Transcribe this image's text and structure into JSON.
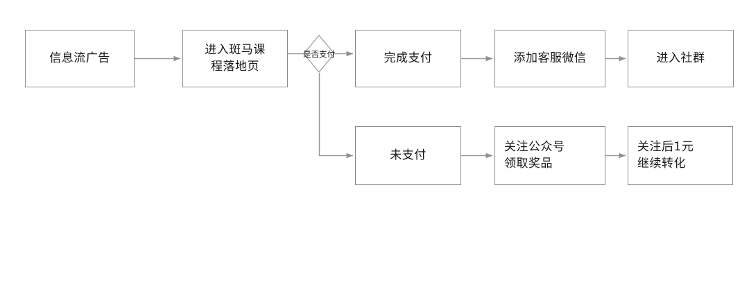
{
  "diagram": {
    "type": "flowchart",
    "title": "",
    "orientation": "left-to-right",
    "colors": {
      "node_border": "#8c8c8c",
      "node_fill": "#ffffff",
      "connector": "#9a9a9a",
      "text": "#1a1a1a",
      "background": "#ffffff"
    },
    "nodes": [
      {
        "id": "n1",
        "shape": "rectangle",
        "label": "信息流广告",
        "row": "top"
      },
      {
        "id": "n2",
        "shape": "rectangle",
        "label": "进入斑马课\n程落地页",
        "row": "top"
      },
      {
        "id": "d1",
        "shape": "diamond",
        "label": "是否支付",
        "row": "top"
      },
      {
        "id": "n3",
        "shape": "rectangle",
        "label": "完成支付",
        "row": "top"
      },
      {
        "id": "n4",
        "shape": "rectangle",
        "label": "添加客服微信",
        "row": "top"
      },
      {
        "id": "n5",
        "shape": "rectangle",
        "label": "进入社群",
        "row": "top"
      },
      {
        "id": "n6",
        "shape": "rectangle",
        "label": "未支付",
        "row": "bottom"
      },
      {
        "id": "n7",
        "shape": "rectangle",
        "label": "关注公众号\n领取奖品",
        "row": "bottom"
      },
      {
        "id": "n8",
        "shape": "rectangle",
        "label": "关注后1元\n继续转化",
        "row": "bottom"
      }
    ],
    "edges": [
      {
        "from": "n1",
        "to": "n2",
        "label": ""
      },
      {
        "from": "n2",
        "to": "d1",
        "label": ""
      },
      {
        "from": "d1",
        "to": "n3",
        "label": ""
      },
      {
        "from": "n3",
        "to": "n4",
        "label": ""
      },
      {
        "from": "n4",
        "to": "n5",
        "label": ""
      },
      {
        "from": "d1",
        "to": "n6",
        "label": ""
      },
      {
        "from": "n6",
        "to": "n7",
        "label": ""
      },
      {
        "from": "n7",
        "to": "n8",
        "label": ""
      }
    ]
  }
}
